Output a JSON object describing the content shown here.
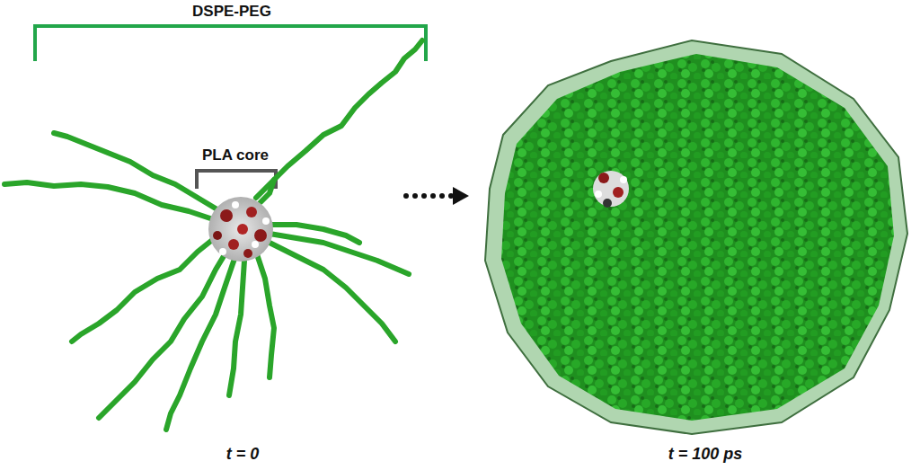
{
  "diagram": {
    "labels": [
      "DSPE-PEG",
      "PLA core",
      "t = 0",
      "t = 100 ps"
    ]
  }
}
